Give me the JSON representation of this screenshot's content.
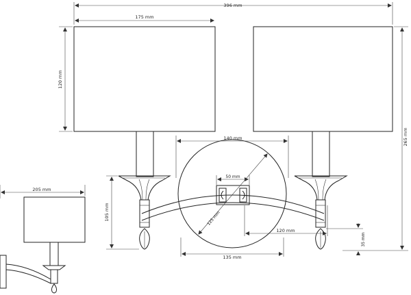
{
  "dimensions": {
    "total_width": "396 mm",
    "shade_width": "175 mm",
    "shade_height": "120 mm",
    "total_height": "265 mm",
    "backplate_height": "140 mm",
    "bracket_width": "50 mm",
    "backplate_diameter": "125 mm",
    "arm_drop": "120 mm",
    "backplate_width": "135 mm",
    "arm_height": "105 mm",
    "finial_height": "35 mm",
    "side_depth": "205 mm"
  }
}
